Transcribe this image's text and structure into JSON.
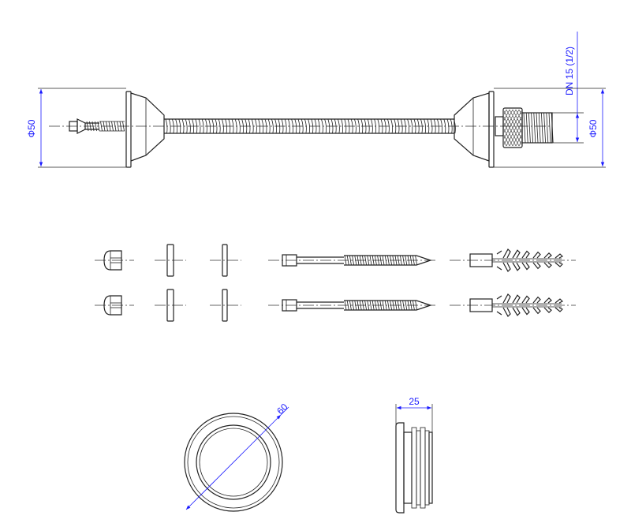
{
  "dimensions": {
    "left_diameter": "Φ50",
    "right_diameter": "Φ50",
    "thread": "DN 15 (1/2)",
    "ring_diameter": "60",
    "ring_width": "25"
  },
  "colors": {
    "line": "#222222",
    "dimension": "#1a1aff"
  }
}
